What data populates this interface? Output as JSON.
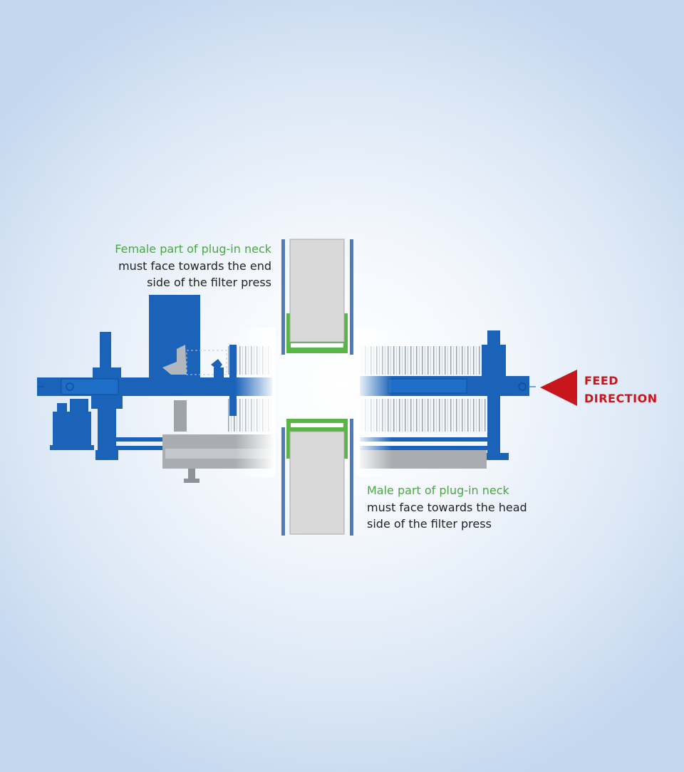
{
  "female": {
    "title": "Female part of plug-in neck",
    "line1": "must face towards the end",
    "line2": "side of the filter press"
  },
  "male": {
    "title": "Male part of plug-in neck",
    "line1": "must face towards the head",
    "line2": "side of the filter press"
  },
  "feed": {
    "line1": "FEED",
    "line2": "DIRECTION"
  },
  "colors": {
    "machine_blue": "#1a63b8",
    "plate_green": "#5ab548",
    "plate_grey": "#d9d9d9",
    "frame_blue": "#4d7bbd",
    "arrow_red": "#c8161d",
    "label_green": "#4aa843"
  }
}
